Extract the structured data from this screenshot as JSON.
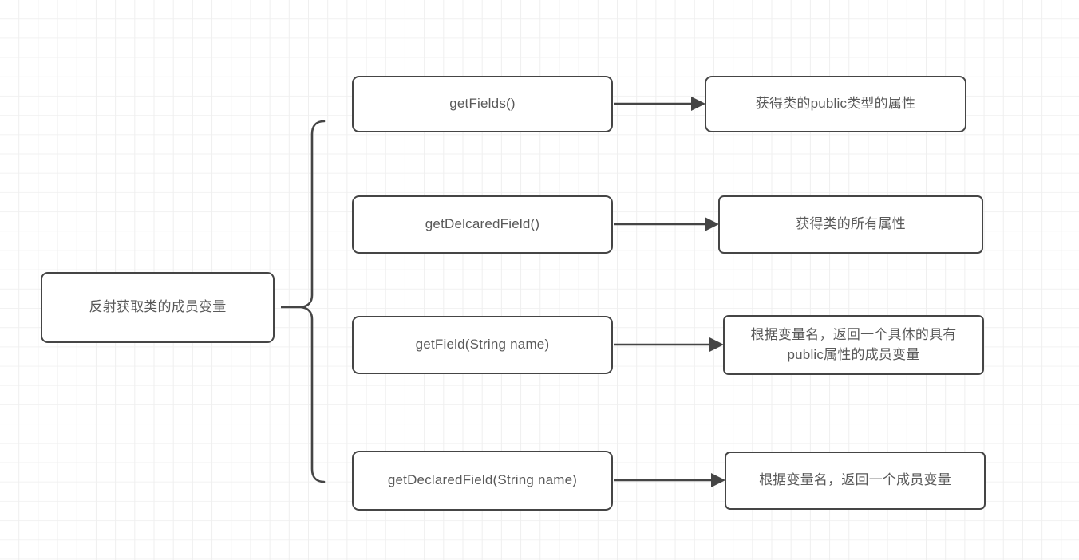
{
  "diagram": {
    "title": "反射获取类的成员变量",
    "type": "bracket-tree",
    "root": {
      "label": "反射获取类的成员变量"
    },
    "branches": [
      {
        "method": "getFields()",
        "description": "获得类的public类型的属性"
      },
      {
        "method": "getDelcaredField()",
        "description": "获得类的所有属性"
      },
      {
        "method": "getField(String name)",
        "description": "根据变量名，返回一个具体的具有public属性的成员变量"
      },
      {
        "method": "getDeclaredField(String name)",
        "description": "根据变量名，返回一个成员变量"
      }
    ],
    "colors": {
      "border": "#454545",
      "text": "#595959",
      "background": "#ffffff",
      "grid": "#efefef",
      "connector": "#454545"
    },
    "connector_icons": {
      "brace": "curly-brace-icon",
      "arrow": "arrow-right-icon"
    }
  }
}
